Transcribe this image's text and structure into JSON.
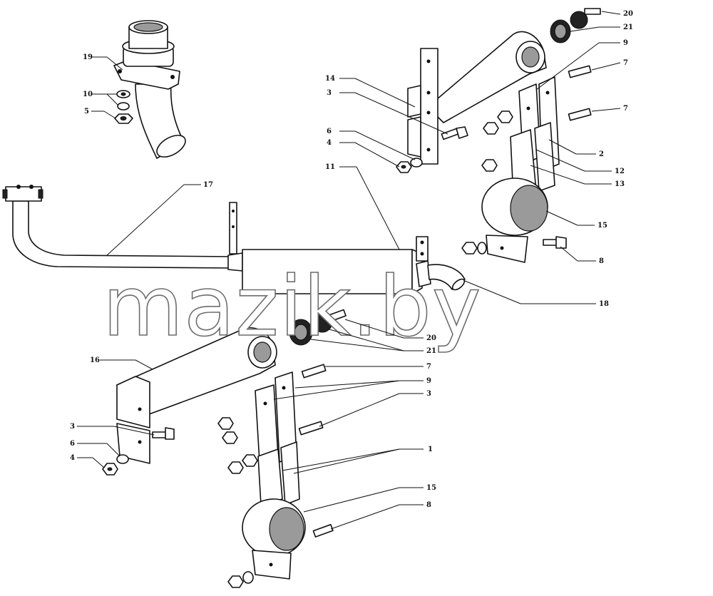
{
  "watermark": "mazik.by",
  "callouts": [
    {
      "id": "c1",
      "label": "19"
    },
    {
      "id": "c2",
      "label": "10"
    },
    {
      "id": "c3",
      "label": "5"
    },
    {
      "id": "c4",
      "label": "17"
    },
    {
      "id": "c5",
      "label": "20"
    },
    {
      "id": "c6",
      "label": "21"
    },
    {
      "id": "c7",
      "label": "9"
    },
    {
      "id": "c8",
      "label": "7"
    },
    {
      "id": "c9",
      "label": "7"
    },
    {
      "id": "c10",
      "label": "14"
    },
    {
      "id": "c11",
      "label": "3"
    },
    {
      "id": "c12",
      "label": "6"
    },
    {
      "id": "c13",
      "label": "4"
    },
    {
      "id": "c14",
      "label": "2"
    },
    {
      "id": "c15",
      "label": "12"
    },
    {
      "id": "c16",
      "label": "13"
    },
    {
      "id": "c17",
      "label": "11"
    },
    {
      "id": "c18",
      "label": "15"
    },
    {
      "id": "c19",
      "label": "8"
    },
    {
      "id": "c20",
      "label": "18"
    },
    {
      "id": "c21",
      "label": "20"
    },
    {
      "id": "c22",
      "label": "21"
    },
    {
      "id": "c23",
      "label": "16"
    },
    {
      "id": "c24",
      "label": "7"
    },
    {
      "id": "c25",
      "label": "9"
    },
    {
      "id": "c26",
      "label": "3"
    },
    {
      "id": "c27",
      "label": "3"
    },
    {
      "id": "c28",
      "label": "6"
    },
    {
      "id": "c29",
      "label": "4"
    },
    {
      "id": "c30",
      "label": "1"
    },
    {
      "id": "c31",
      "label": "15"
    },
    {
      "id": "c32",
      "label": "8"
    }
  ]
}
